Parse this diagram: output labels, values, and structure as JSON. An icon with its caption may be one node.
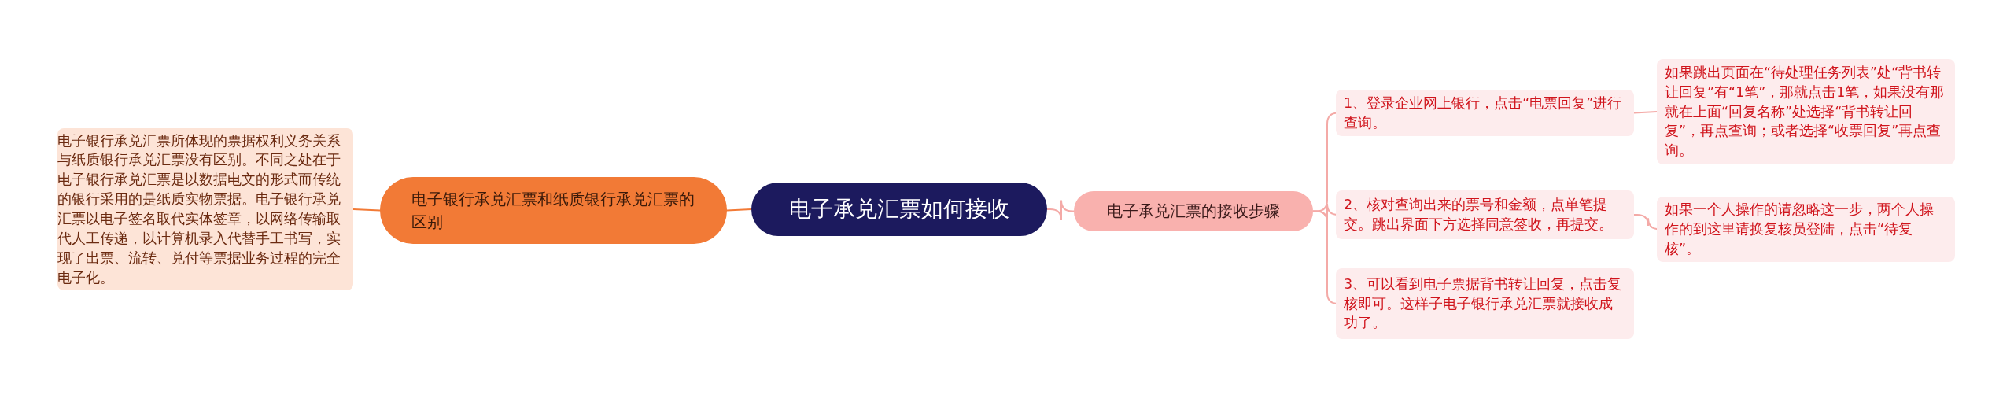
{
  "diagram": {
    "nodes": [
      {
        "text": [
          "电子承兑汇票如何接收"
        ]
      },
      {
        "text": [
          "电子银行承兑汇票和纸质银行承兑汇票的区别"
        ]
      },
      {
        "text": [
          "电子银行承兑汇票所体现的票据权利义务关系与纸质银行承兑汇票没有区别。不同之处在于电子银行承兑汇票是以数据电文的形式而传统的银行采用的是纸质实物票据。电子银行承兑汇票以电子签名取代实体签章，以网络传输取代人工传递，以计算机录入代替手工书写，实现了出票、流转、兑付等票据业务过程的完全电子化。"
        ]
      },
      {
        "text": [
          "电子承兑汇票的接收步骤"
        ]
      },
      {
        "text": [
          "1、登录企业网上银行，点击“电票回复”进行查询。"
        ]
      },
      {
        "text": [
          "如果跳出页面在“待处理任务列表”处“背书转让回复”有“1笔”，那就点击1笔，如果没有那就在上面“回复名称”处选择“背书转让回复”，再点查询；或者选择“收票回复”再点查询。"
        ]
      },
      {
        "text": [
          "2、核对查询出来的票号和金额，点单笔提交。跳出界面下方选择同意签收，再提交。"
        ]
      },
      {
        "text": [
          "如果一个人操作的请忽略这一步，两个人操作的到这里请换复核员登陆，点击“待复核”。"
        ]
      },
      {
        "text": [
          "3、可以看到电子票据背书转让回复，点击复核即可。这样子电子银行承兑汇票就接收成功了。"
        ]
      }
    ],
    "edges": [
      {
        "from": 0,
        "to": 1,
        "arrow": "none",
        "color": "#f27a36"
      },
      {
        "from": 1,
        "to": 2,
        "arrow": "none",
        "color": "#f27a36"
      },
      {
        "from": 0,
        "to": 3,
        "arrow": "none"
      },
      {
        "from": 3,
        "to": 4,
        "arrow": "none"
      },
      {
        "from": 3,
        "to": 6,
        "arrow": "none"
      },
      {
        "from": 3,
        "to": 8,
        "arrow": "none"
      },
      {
        "from": 4,
        "to": 5,
        "arrow": "none"
      },
      {
        "from": 6,
        "to": 7,
        "arrow": "none"
      }
    ]
  }
}
